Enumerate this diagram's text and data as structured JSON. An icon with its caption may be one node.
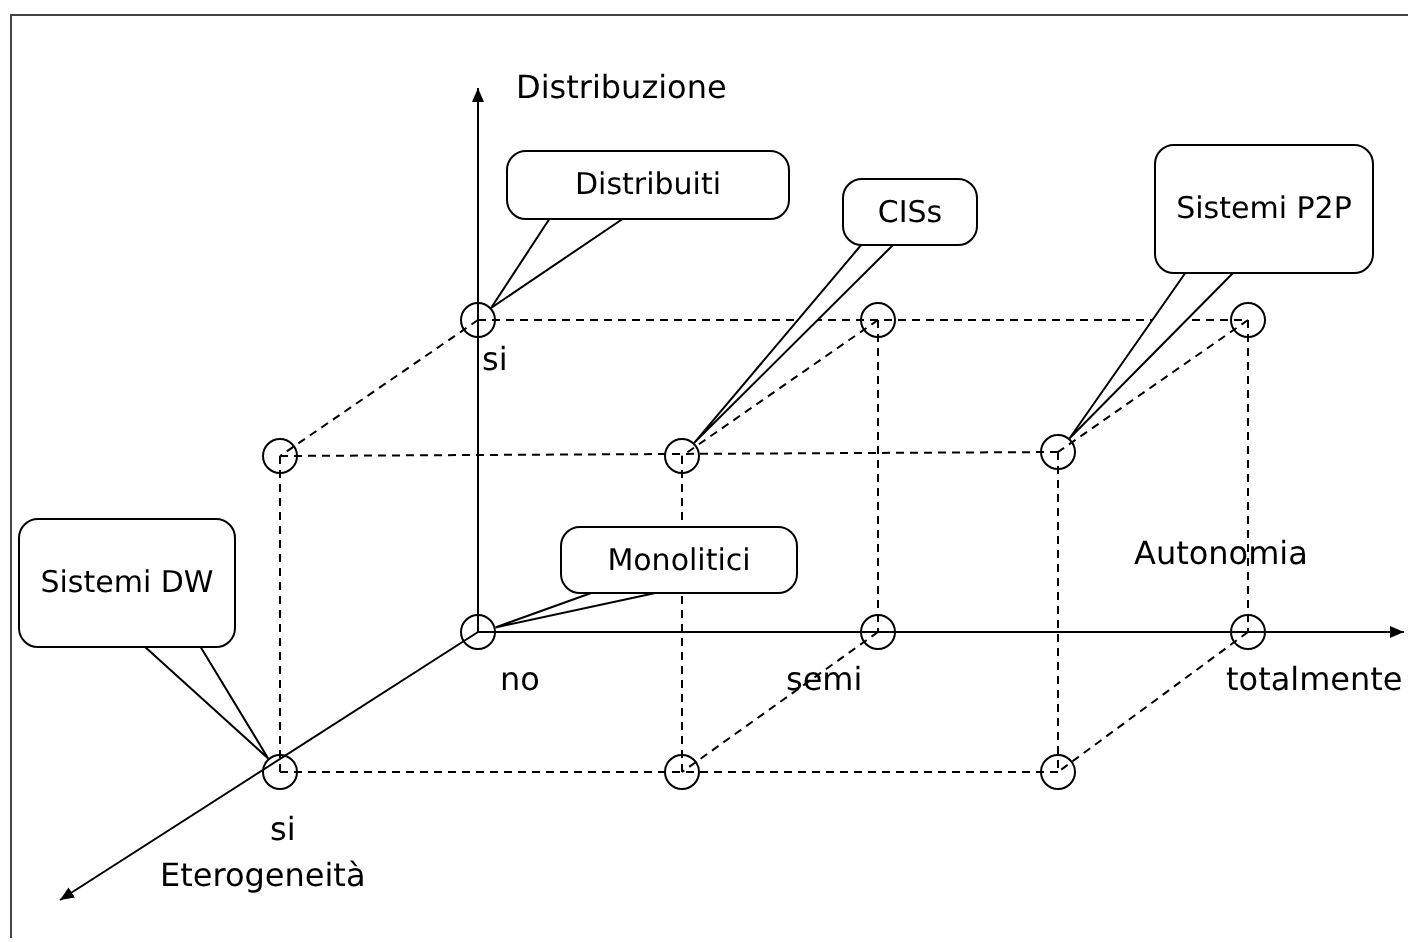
{
  "diagram": {
    "nodes": [
      {
        "text": [
          "Distribuiti"
        ]
      },
      {
        "text": [
          "CISs"
        ]
      },
      {
        "text": [
          "Sistemi P2P"
        ]
      },
      {
        "text": [
          "Sistemi DW"
        ]
      },
      {
        "text": [
          "Monolitici"
        ]
      },
      {
        "text": [],
        "shape": "circle"
      },
      {
        "text": [],
        "shape": "circle"
      },
      {
        "text": [],
        "shape": "circle"
      },
      {
        "text": [],
        "shape": "circle"
      },
      {
        "text": [],
        "shape": "circle"
      },
      {
        "text": [],
        "shape": "circle"
      },
      {
        "text": [],
        "shape": "circle"
      },
      {
        "text": [],
        "shape": "circle"
      },
      {
        "text": [],
        "shape": "circle"
      },
      {
        "text": [],
        "shape": "circle"
      },
      {
        "text": [],
        "shape": "circle"
      },
      {
        "text": [],
        "shape": "circle"
      }
    ],
    "edges": [
      {
        "from": 0,
        "to": 5,
        "arrow": "none"
      },
      {
        "from": 1,
        "to": 9,
        "arrow": "none"
      },
      {
        "from": 2,
        "to": 10,
        "arrow": "none"
      },
      {
        "from": 3,
        "to": 14,
        "arrow": "none"
      },
      {
        "from": 4,
        "to": 11,
        "arrow": "none"
      }
    ],
    "labels": [
      "Distribuzione",
      "si",
      "Autonomia",
      "no",
      "semi",
      "totalmente",
      "si",
      "Eterogeneità"
    ]
  }
}
